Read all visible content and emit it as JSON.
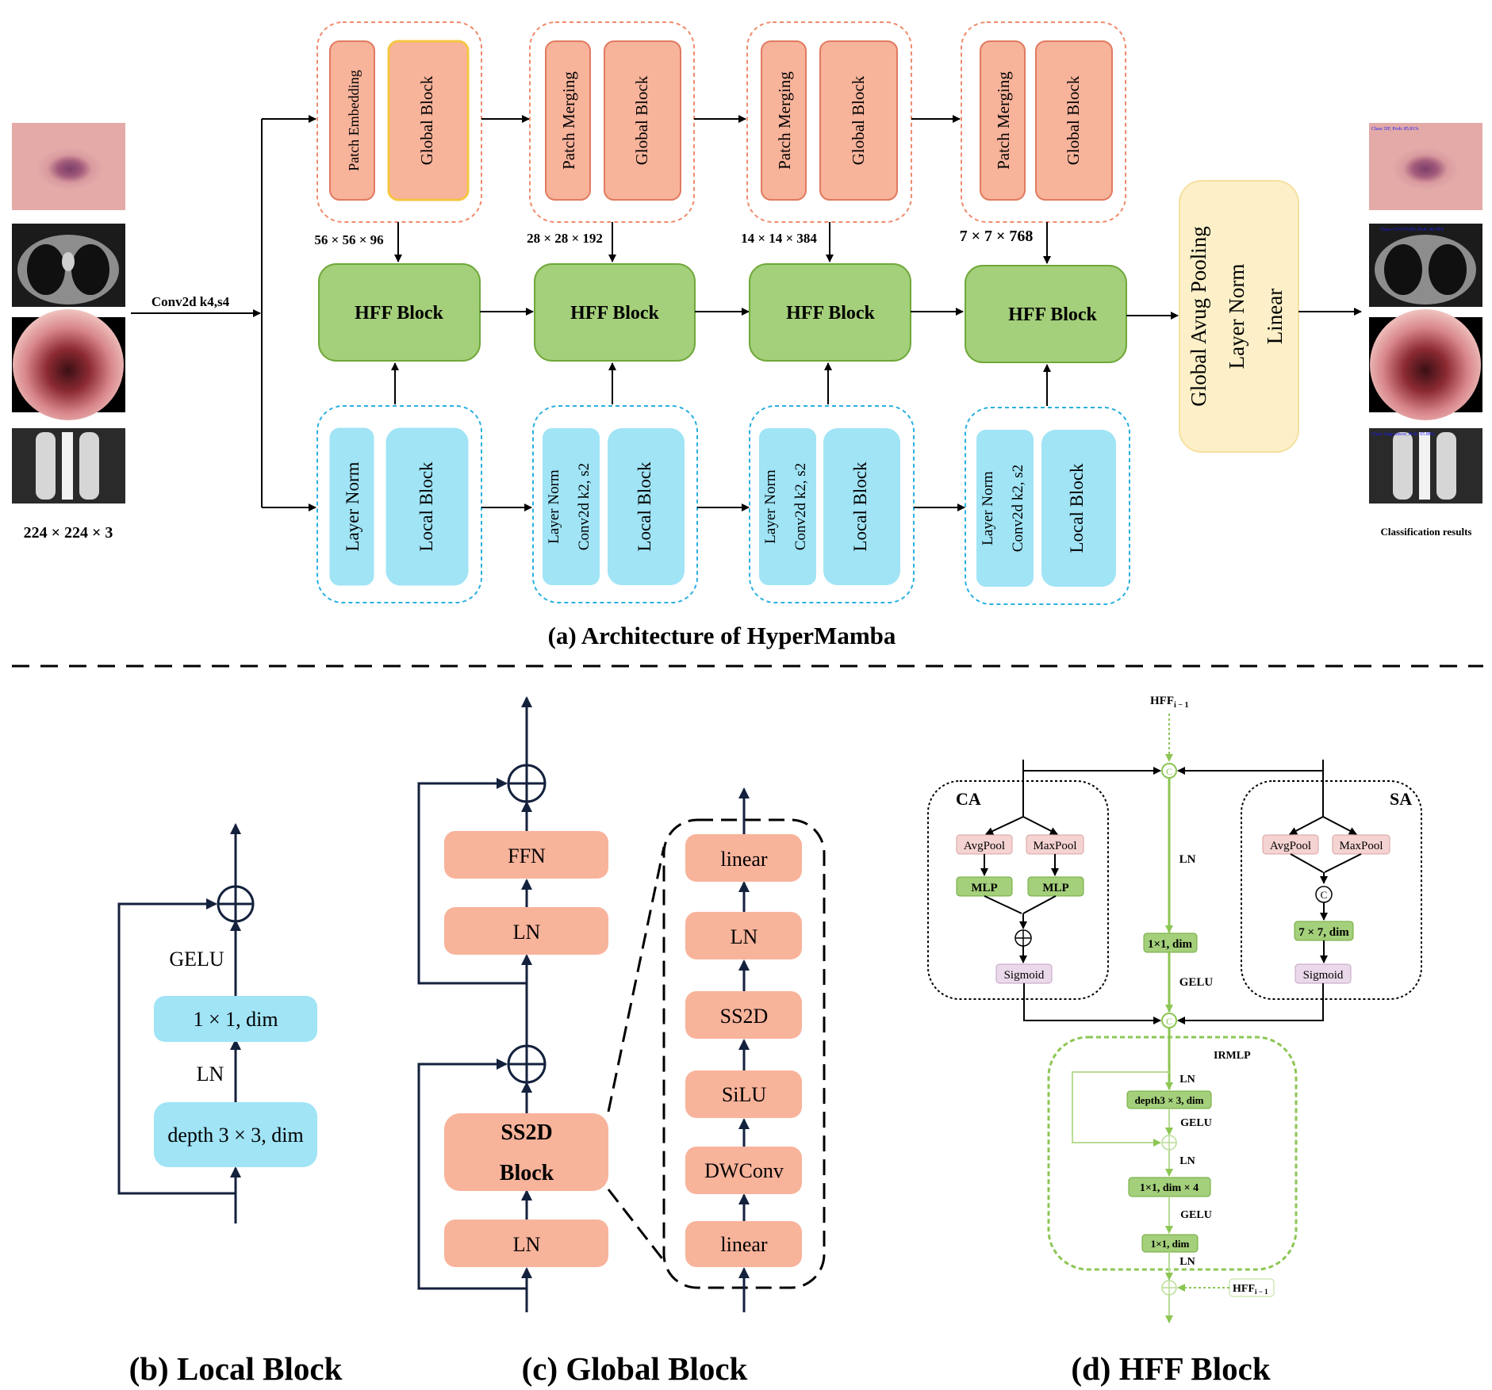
{
  "part_a": {
    "caption": "(a)  Architecture of HyperMamba",
    "input_size": "224 × 224 × 3",
    "conv_label": "Conv2d k4,s4",
    "stages": [
      {
        "merge": "Patch Embedding",
        "global": "Global Block",
        "dims": "56 × 56 × 96",
        "hff": "HFF Block",
        "local_a": "Layer Norm",
        "local_a2": "",
        "local": "Local Block"
      },
      {
        "merge": "Patch Merging",
        "global": "Global Block",
        "dims": "28 × 28 × 192",
        "hff": "HFF Block",
        "local_a": "Layer Norm",
        "local_a2": "Conv2d k2, s2",
        "local": "Local Block"
      },
      {
        "merge": "Patch Merging",
        "global": "Global Block",
        "dims": "14 × 14 × 384",
        "hff": "HFF Block",
        "local_a": "Layer Norm",
        "local_a2": "Conv2d k2, s2",
        "local": "Local Block"
      },
      {
        "merge": "Patch Merging",
        "global": "Global Block",
        "dims": "7 × 7 × 768",
        "hff": "HFF Block",
        "local_a": "Layer Norm",
        "local_a2": "Conv2d k2, s2",
        "local": "Local Block"
      }
    ],
    "head": [
      "Global Avug Pooling",
      "Layer Norm",
      "Linear"
    ],
    "results_caption": "Classification results",
    "result_tags": [
      "Class: DF, Prob: 85.81%",
      "Class: CT-COVID, Prob: 90.78%",
      "",
      "Class: lung cancer, Prob: 65.88%"
    ]
  },
  "part_b": {
    "caption": "(b)  Local Block",
    "gelu": "GELU",
    "conv1": "1 × 1, dim",
    "ln": "LN",
    "dwconv": "depth  3 × 3, dim"
  },
  "part_c": {
    "caption": "(c)  Global Block",
    "ffn": "FFN",
    "ln_top": "LN",
    "ss2d_block_1": "SS2D",
    "ss2d_block_2": "Block",
    "ln_bottom": "LN",
    "detail": [
      "linear",
      "LN",
      "SS2D",
      "SiLU",
      "DWConv",
      "linear"
    ]
  },
  "part_d": {
    "caption": "(d)  HFF Block",
    "hff_prev_top": "HFF",
    "hff_prev_top_sub": "i − 1",
    "ca": "CA",
    "sa": "SA",
    "avgpool": "AvgPool",
    "maxpool": "MaxPool",
    "mlp": "MLP",
    "sigmoid": "Sigmoid",
    "concat": "C",
    "ln": "LN",
    "conv_center": "1×1, dim",
    "gelu": "GELU",
    "sa_conv": "7 × 7, dim",
    "irmlp": "IRMLP",
    "irmlp_ops": [
      "depth3 × 3, dim",
      "1×1, dim × 4",
      "1×1, dim"
    ],
    "hff_prev_bottom": "HFF",
    "hff_prev_bottom_sub": "i − 1"
  },
  "colors": {
    "salmon": "#f8b39b",
    "salmon_border": "#e07a60",
    "green": "#a4cf7b",
    "green_border": "#6fa83a",
    "blue": "#a0e4f6",
    "blue_border": "#2ab0e0",
    "cream": "#fdf0c8",
    "navy": "#14213d",
    "dim_green": "#8cc653"
  }
}
